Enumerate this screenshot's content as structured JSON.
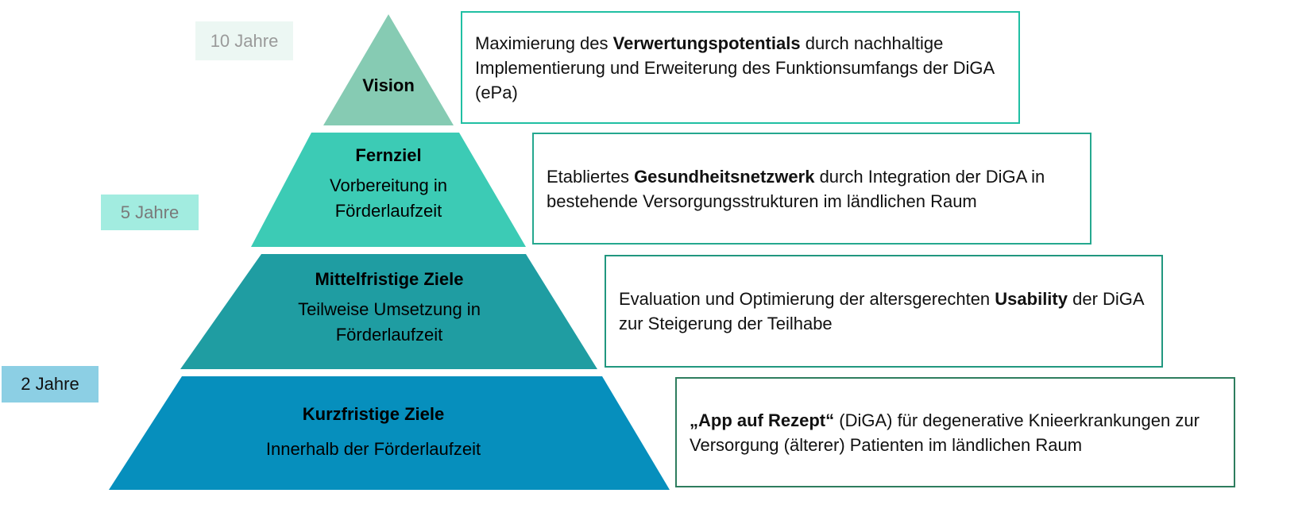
{
  "colors": {
    "vision": "#86cbb3",
    "fernziel": "#3ccbb5",
    "mittel": "#1f9da2",
    "kurz": "#068fbd"
  },
  "years": [
    {
      "label": "10 Jahre"
    },
    {
      "label": "5 Jahre"
    },
    {
      "label": "2 Jahre"
    }
  ],
  "levels": [
    {
      "title": "Vision",
      "sub": ""
    },
    {
      "title": "Fernziel",
      "sub": "Vorbereitung in Förderlaufzeit"
    },
    {
      "title": "Mittelfristige Ziele",
      "sub": "Teilweise Umsetzung in Förderlaufzeit"
    },
    {
      "title": "Kurzfristige Ziele",
      "sub": "Innerhalb der Förderlaufzeit"
    }
  ],
  "boxes": [
    {
      "pre": "Maximierung des ",
      "bold": "Verwertungspotentials",
      "post": " durch nachhaltige Implementierung und Erweiterung des Funktionsumfangs der DiGA (ePa)"
    },
    {
      "pre": "Etabliertes ",
      "bold": "Gesundheitsnetzwerk",
      "post": " durch Integration der DiGA in bestehende Versorgungsstrukturen im ländlichen Raum"
    },
    {
      "pre": "Evaluation und Optimierung der altersgerechten ",
      "bold": "Usability",
      "post": " der DiGA zur Steigerung der Teilhabe"
    },
    {
      "pre": "",
      "bold": "„App auf Rezept“",
      "post": " (DiGA) für degenerative Knieerkrankungen zur Versorgung (älterer) Patienten im ländlichen Raum"
    }
  ]
}
